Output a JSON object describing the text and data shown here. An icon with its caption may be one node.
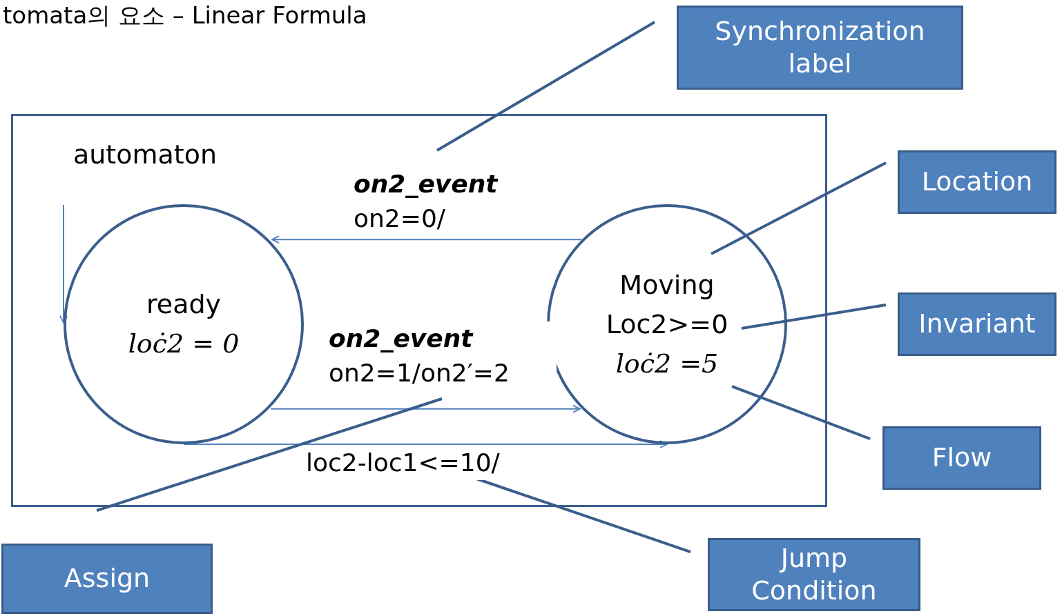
{
  "diagram": {
    "title": "tomata의 요소 – Linear Formula",
    "nodes": [
      {
        "text": [
          "automaton"
        ]
      },
      {
        "text": [
          "ready",
          "loċ2 = 0"
        ],
        "in": 0
      },
      {
        "text": [
          "Moving",
          "Loc2>=0",
          "loċ2 =5"
        ],
        "in": 0
      },
      {
        "text": [
          "Synchronization label"
        ]
      },
      {
        "text": [
          "Location"
        ]
      },
      {
        "text": [
          "Invariant"
        ]
      },
      {
        "text": [
          "Flow"
        ]
      },
      {
        "text": [
          "Jump Condition"
        ]
      },
      {
        "text": [
          "Assign"
        ]
      }
    ],
    "edges": [
      {
        "from": 2,
        "to": 1,
        "arrow": "to",
        "label": "**on2_event** on2=0/"
      },
      {
        "from": 1,
        "to": 2,
        "arrow": "to",
        "label": "**on2_event** on2=1/on2′=2"
      },
      {
        "from": 1,
        "to": 2,
        "arrow": "to",
        "label": "loc2-loc1<=10/"
      },
      {
        "from": null,
        "to": 1,
        "arrow": "to"
      },
      {
        "from": 3,
        "to": null,
        "arrow": "none"
      },
      {
        "from": 4,
        "to": 2,
        "arrow": "none"
      },
      {
        "from": 5,
        "to": 2,
        "arrow": "none"
      },
      {
        "from": 6,
        "to": 2,
        "arrow": "none"
      },
      {
        "from": 7,
        "to": null,
        "arrow": "none"
      },
      {
        "from": 8,
        "to": null,
        "arrow": "none"
      }
    ]
  }
}
